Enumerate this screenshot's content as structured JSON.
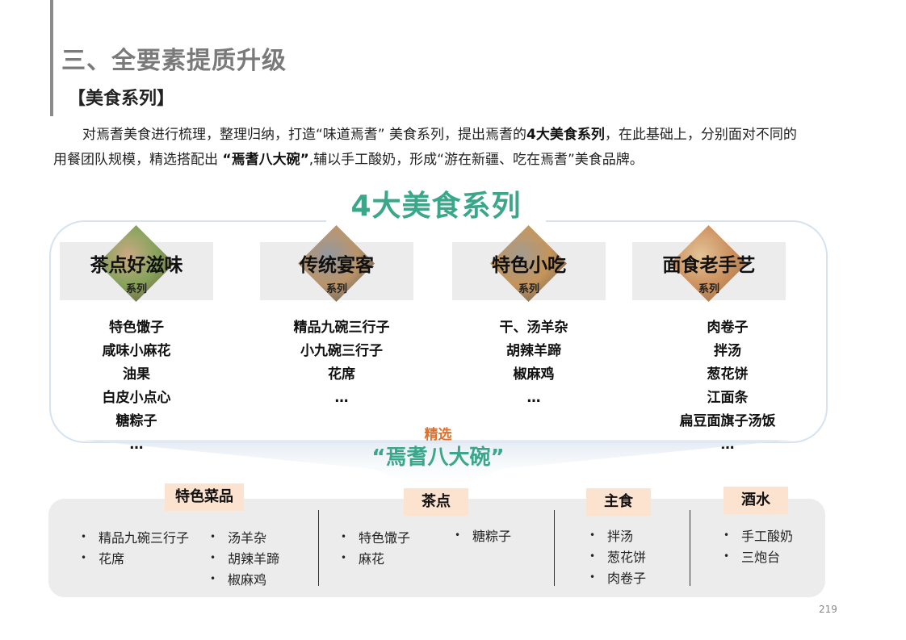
{
  "header": {
    "title": "三、全要素提质升级",
    "section": "【美食系列】"
  },
  "intro": {
    "part1": "对焉耆美食进行梳理，整理归纳，打造“味道焉耆” 美食系列，提出焉耆的",
    "bold1": "4大美食系列",
    "part2": "，在此基础上，分别面对不同的用餐团队规模，精选搭配出 ",
    "bold2": "“焉耆八大碗”",
    "part3": ",辅以手工酸奶，形成“游在新疆、吃在焉耆”美食品牌。"
  },
  "heading": "4大美食系列",
  "series": [
    {
      "title": "茶点好滋味",
      "sub": "系列",
      "photo_colors": [
        "#c9a27a",
        "#7a9a4a",
        "#5a3a22"
      ],
      "items": [
        "特色馓子",
        "咸味小麻花",
        "油果",
        "白皮小点心",
        "糖粽子",
        "…"
      ]
    },
    {
      "title": "传统宴客",
      "sub": "系列",
      "photo_colors": [
        "#8a8f99",
        "#b58a5a",
        "#3d3d44"
      ],
      "items": [
        "精品九碗三行子",
        "小九碗三行子",
        "花席",
        "…"
      ]
    },
    {
      "title": "特色小吃",
      "sub": "系列",
      "photo_colors": [
        "#9a9488",
        "#c08a4a",
        "#4a4640"
      ],
      "items": [
        "干、汤羊杂",
        "胡辣羊蹄",
        "椒麻鸡",
        "…"
      ]
    },
    {
      "title": "面食老手艺",
      "sub": "系列",
      "photo_colors": [
        "#e2c08f",
        "#c98850",
        "#8a5a30"
      ],
      "items": [
        "肉卷子",
        "拌汤",
        "葱花饼",
        "江面条",
        "扁豆面旗子汤饭",
        "…"
      ]
    }
  ],
  "selection": {
    "label": "精选",
    "title": "“焉耆八大碗”"
  },
  "categories": [
    {
      "label": "特色菜品",
      "columns": [
        [
          "精品九碗三行子",
          "花席"
        ],
        [
          "汤羊杂",
          "胡辣羊蹄",
          "椒麻鸡"
        ]
      ]
    },
    {
      "label": "茶点",
      "columns": [
        [
          "特色馓子",
          "麻花"
        ],
        [
          "糖粽子"
        ]
      ]
    },
    {
      "label": "主食",
      "columns": [
        [
          "拌汤",
          "葱花饼",
          "肉卷子"
        ]
      ]
    },
    {
      "label": "酒水",
      "columns": [
        [
          "手工酸奶",
          "三炮台"
        ]
      ]
    }
  ],
  "page_number": "219",
  "colors": {
    "accent_green": "#3aa68a",
    "accent_orange": "#e0702b",
    "tab_bg": "#fce3cf",
    "panel_bg": "#ececec"
  }
}
